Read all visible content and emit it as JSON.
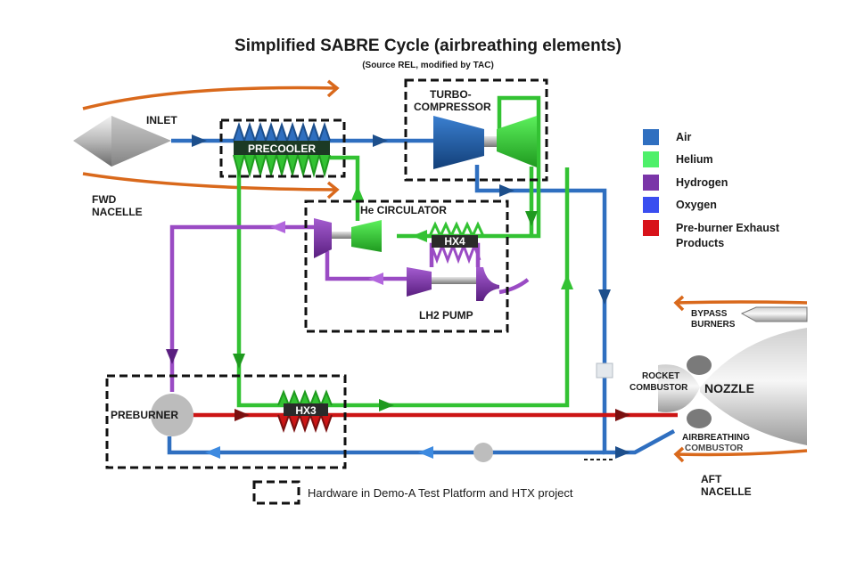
{
  "title": "Simplified SABRE Cycle (airbreathing elements)",
  "subtitle": "(Source REL, modified by TAC)",
  "components": {
    "inlet": "INLET",
    "fwd_nacelle": [
      "FWD",
      "NACELLE"
    ],
    "precooler": "PRECOOLER",
    "turbo_compressor": [
      "TURBO-",
      "COMPRESSOR"
    ],
    "he_circulator": "He CIRCULATOR",
    "hx4": "HX4",
    "lh2_pump": "LH2 PUMP",
    "preburner": "PREBURNER",
    "hx3": "HX3",
    "bypass_burners": [
      "BYPASS",
      "BURNERS"
    ],
    "rocket_combustor": [
      "ROCKET",
      "COMBUSTOR"
    ],
    "nozzle": "NOZZLE",
    "airbreathing_combustor": [
      "AIRBREATHING",
      "COMBUSTOR"
    ],
    "aft_nacelle": [
      "AFT",
      "NACELLE"
    ]
  },
  "legend": [
    {
      "label": "Air",
      "color": "#2f6fc0"
    },
    {
      "label": "Helium",
      "color": "#4ef06a"
    },
    {
      "label": "Hydrogen",
      "color": "#7a35a8"
    },
    {
      "label": "Oxygen",
      "color": "#3a4ef0"
    },
    {
      "label": "Pre-burner Exhaust",
      "label2": "Products",
      "color": "#d8121a"
    }
  ],
  "boundary_note": "Hardware in Demo-A Test Platform and HTX project",
  "colors": {
    "air": "#2f6fc0",
    "helium": "#33c233",
    "hydrogen": "#9a4bc4",
    "exhaust": "#cc1515",
    "nacelle": "#d9691c"
  }
}
